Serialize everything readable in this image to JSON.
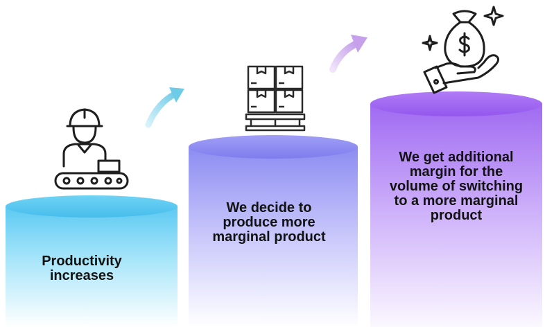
{
  "steps": [
    {
      "line1": "Productivity",
      "line2": "increases",
      "icon": "worker-conveyor-icon",
      "color": "#6fd3f4"
    },
    {
      "line1": "We decide to",
      "line2": "produce more",
      "line3": "marginal product",
      "icon": "boxes-pallet-icon",
      "color": "#8f8cf0"
    },
    {
      "line1": "We get additional",
      "line2": "margin for the",
      "line3": "volume of switching",
      "line4": "to a more marginal",
      "line5": "product",
      "icon": "money-bag-hand-icon",
      "color": "#a765f0"
    }
  ]
}
